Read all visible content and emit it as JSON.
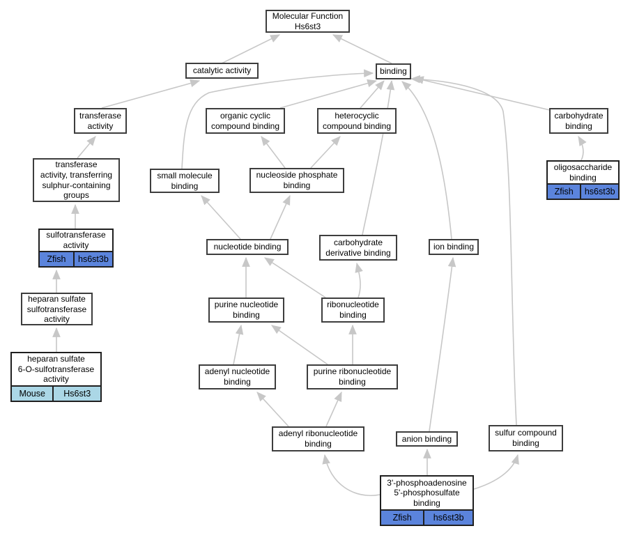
{
  "colors": {
    "zfish_fill": "#5b84dc",
    "mouse_fill": "#abd7e6",
    "edge": "#c7c7c7",
    "node_border": "#3d3d3d",
    "background": "#ffffff"
  },
  "graph": {
    "title": "Molecular Function Hs6st3",
    "nodes": {
      "molecular_function": {
        "label": "Molecular Function\nHs6st3"
      },
      "catalytic_activity": {
        "label": "catalytic activity"
      },
      "binding": {
        "label": "binding"
      },
      "transferase_activity": {
        "label": "transferase\nactivity"
      },
      "organic_cyclic": {
        "label": "organic cyclic\ncompound binding"
      },
      "heterocyclic": {
        "label": "heterocyclic\ncompound binding"
      },
      "carbohydrate_binding": {
        "label": "carbohydrate\nbinding"
      },
      "transferase_sulphur": {
        "label": "transferase\nactivity, transferring\nsulphur-containing\ngroups"
      },
      "small_molecule": {
        "label": "small molecule\nbinding"
      },
      "nucleoside_phosphate": {
        "label": "nucleoside phosphate\nbinding"
      },
      "oligosaccharide": {
        "label": "oligosaccharide\nbinding",
        "species": [
          "Zfish",
          "hs6st3b"
        ]
      },
      "sulfotransferase": {
        "label": "sulfotransferase\nactivity",
        "species": [
          "Zfish",
          "hs6st3b"
        ]
      },
      "nucleotide_binding": {
        "label": "nucleotide binding"
      },
      "carbohydrate_derivative": {
        "label": "carbohydrate\nderivative binding"
      },
      "ion_binding": {
        "label": "ion binding"
      },
      "heparan_sulfotransferase": {
        "label": "heparan sulfate\nsulfotransferase\nactivity"
      },
      "purine_nucleotide": {
        "label": "purine nucleotide\nbinding"
      },
      "ribonucleotide": {
        "label": "ribonucleotide\nbinding"
      },
      "heparan_6_o_sulfotransferase": {
        "label": "heparan sulfate\n6-O-sulfotransferase\nactivity",
        "species": [
          "Mouse",
          "Hs6st3"
        ]
      },
      "adenyl_nucleotide": {
        "label": "adenyl nucleotide\nbinding"
      },
      "purine_ribonucleotide": {
        "label": "purine ribonucleotide\nbinding"
      },
      "adenyl_ribonucleotide": {
        "label": "adenyl ribonucleotide\nbinding"
      },
      "anion_binding": {
        "label": "anion binding"
      },
      "sulfur_compound": {
        "label": "sulfur compound\nbinding"
      },
      "paps_binding": {
        "label": "3'-phosphoadenosine\n5'-phosphosulfate\nbinding",
        "species": [
          "Zfish",
          "hs6st3b"
        ]
      }
    },
    "edges": [
      {
        "from": "catalytic activity",
        "to": "Molecular Function Hs6st3"
      },
      {
        "from": "binding",
        "to": "Molecular Function Hs6st3"
      },
      {
        "from": "transferase activity",
        "to": "catalytic activity"
      },
      {
        "from": "organic cyclic compound binding",
        "to": "binding"
      },
      {
        "from": "heterocyclic compound binding",
        "to": "binding"
      },
      {
        "from": "carbohydrate binding",
        "to": "binding"
      },
      {
        "from": "small molecule binding",
        "to": "binding"
      },
      {
        "from": "carbohydrate derivative binding",
        "to": "binding"
      },
      {
        "from": "ion binding",
        "to": "binding"
      },
      {
        "from": "sulfur compound binding",
        "to": "binding"
      },
      {
        "from": "nucleoside phosphate binding",
        "to": "organic cyclic compound binding"
      },
      {
        "from": "nucleoside phosphate binding",
        "to": "heterocyclic compound binding"
      },
      {
        "from": "oligosaccharide binding",
        "to": "carbohydrate binding"
      },
      {
        "from": "transferase activity, transferring sulphur-containing groups",
        "to": "transferase activity"
      },
      {
        "from": "sulfotransferase activity",
        "to": "transferase activity, transferring sulphur-containing groups"
      },
      {
        "from": "nucleotide binding",
        "to": "small molecule binding"
      },
      {
        "from": "nucleotide binding",
        "to": "nucleoside phosphate binding"
      },
      {
        "from": "heparan sulfate sulfotransferase activity",
        "to": "sulfotransferase activity"
      },
      {
        "from": "heparan sulfate 6-O-sulfotransferase activity",
        "to": "heparan sulfate sulfotransferase activity"
      },
      {
        "from": "purine nucleotide binding",
        "to": "nucleotide binding"
      },
      {
        "from": "ribonucleotide binding",
        "to": "nucleotide binding"
      },
      {
        "from": "ribonucleotide binding",
        "to": "carbohydrate derivative binding"
      },
      {
        "from": "adenyl nucleotide binding",
        "to": "purine nucleotide binding"
      },
      {
        "from": "purine ribonucleotide binding",
        "to": "purine nucleotide binding"
      },
      {
        "from": "purine ribonucleotide binding",
        "to": "ribonucleotide binding"
      },
      {
        "from": "adenyl ribonucleotide binding",
        "to": "adenyl nucleotide binding"
      },
      {
        "from": "adenyl ribonucleotide binding",
        "to": "purine ribonucleotide binding"
      },
      {
        "from": "3'-phosphoadenosine 5'-phosphosulfate binding",
        "to": "adenyl ribonucleotide binding"
      },
      {
        "from": "3'-phosphoadenosine 5'-phosphosulfate binding",
        "to": "anion binding"
      },
      {
        "from": "3'-phosphoadenosine 5'-phosphosulfate binding",
        "to": "sulfur compound binding"
      },
      {
        "from": "anion binding",
        "to": "ion binding"
      }
    ]
  }
}
